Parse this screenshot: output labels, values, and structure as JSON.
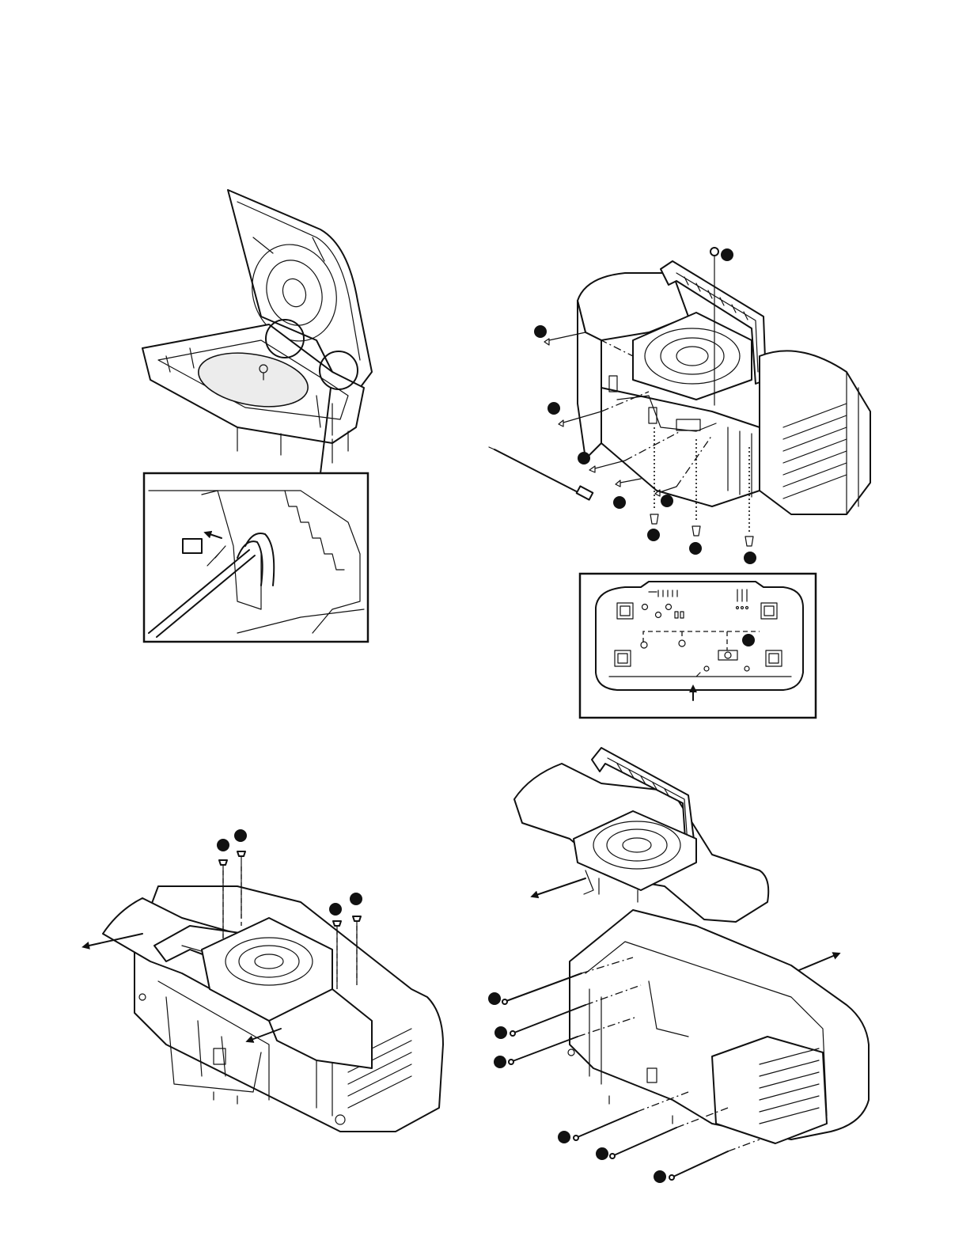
{
  "page": {
    "background": "#ffffff",
    "line_color": "#111111"
  },
  "figures": [
    {
      "id": "cd-lid-release",
      "icon": "cd-lid-hinge-illustration"
    },
    {
      "id": "handle-screws-removal",
      "icon": "boombox-rear-screws-illustration"
    },
    {
      "id": "bottom-view-detail",
      "icon": "boombox-bottom-view-illustration"
    },
    {
      "id": "top-cabinet-lift",
      "icon": "top-cabinet-removal-illustration"
    },
    {
      "id": "cabinet-separation",
      "icon": "cabinet-separation-illustration"
    }
  ],
  "markers": {
    "style": "filled-black-circle",
    "label_text": ""
  }
}
